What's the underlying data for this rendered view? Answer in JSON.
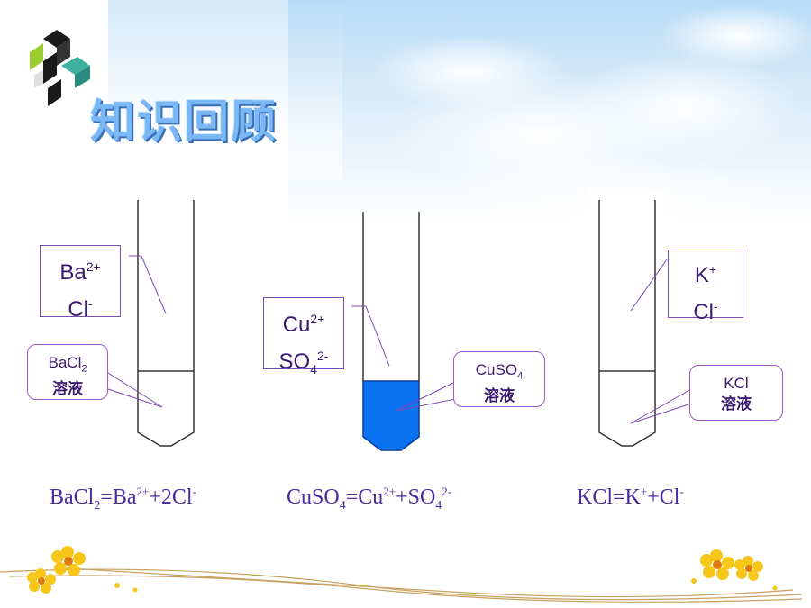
{
  "slide": {
    "title": "知识回顾"
  },
  "colors": {
    "sky": "#cfe6fa",
    "accent_blue": "#1a75ff",
    "ion_text": "#3a1a6e",
    "equation_text": "#4b2aa0"
  },
  "tubes": [
    {
      "ions": {
        "cation": "Ba",
        "cation_charge": "2+",
        "anion": "Cl",
        "anion_charge": "-"
      },
      "callout": {
        "formula_main": "BaCl",
        "formula_sub": "2",
        "solution_label": "溶液"
      },
      "equation": {
        "lhs": "BaCl",
        "lhs_sub": "2",
        "eq1": "=Ba",
        "sup1": "2+",
        "mid": "+2Cl",
        "sup2": "-"
      },
      "filled": false
    },
    {
      "ions": {
        "cation": "Cu",
        "cation_charge": "2+",
        "anion": "SO",
        "anion_sub": "4",
        "anion_charge": "2-"
      },
      "callout": {
        "formula_main": "CuSO",
        "formula_sub": "4",
        "solution_label": "溶液"
      },
      "equation": {
        "lhs": "CuSO",
        "lhs_sub": "4",
        "eq1": "=Cu",
        "sup1": "2+",
        "mid": "+SO",
        "mid_sub": "4",
        "sup2": "2-"
      },
      "filled": true
    },
    {
      "ions": {
        "cation": "K",
        "cation_charge": "+",
        "anion": "Cl",
        "anion_charge": "-"
      },
      "callout": {
        "formula_main": "KCl",
        "formula_sub": "",
        "solution_label": "溶液"
      },
      "equation": {
        "lhs": "KCl",
        "eq1": "=K",
        "sup1": "+",
        "mid": "+Cl",
        "sup2": "-"
      },
      "filled": false
    }
  ]
}
